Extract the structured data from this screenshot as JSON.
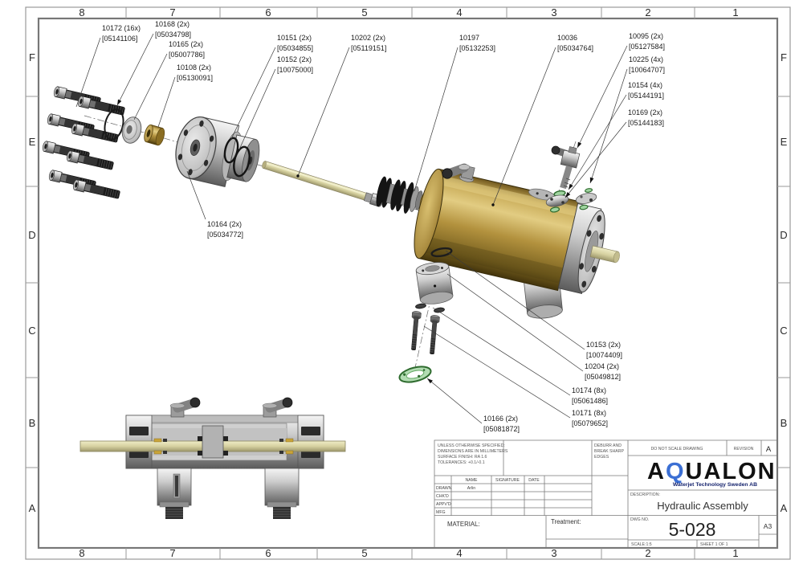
{
  "sheet": {
    "columns": [
      "8",
      "7",
      "6",
      "5",
      "4",
      "3",
      "2",
      "1"
    ],
    "rows": [
      "F",
      "E",
      "D",
      "C",
      "B",
      "A"
    ]
  },
  "title_block": {
    "spec_lines": [
      "UNLESS OTHERWISE SPECIFIED:",
      "DIMENSIONS ARE IN MILLIMETERS",
      "SURFACE FINISH: RA 1.6",
      "TOLERANCES: +0.1/-0.1"
    ],
    "deburr_lines": [
      "DEBURR AND",
      "BREAK SHARP",
      "EDGES"
    ],
    "table": {
      "name_header": "NAME",
      "signature_header": "SIGNATURE",
      "date_header": "DATE",
      "rows": [
        {
          "role": "DRAWN",
          "name": "Arlin"
        },
        {
          "role": "CHK'D",
          "name": ""
        },
        {
          "role": "APPV'D",
          "name": ""
        },
        {
          "role": "MFG",
          "name": ""
        }
      ]
    },
    "material_label": "MATERIAL:",
    "treatment_label": "Treatment:",
    "do_not_scale": "DO NOT SCALE DRAWING",
    "revision_label": "REVISION",
    "revision": "A",
    "description_label": "DESCRIPTION:",
    "description": "Hydraulic Assembly",
    "dwg_no_label": "DWG NO.",
    "dwg_no": "5-028",
    "paper_size": "A3",
    "scale": "SCALE:1:5",
    "sheet_label": "SHEET 1 OF 1",
    "logo": {
      "prefix": "A",
      "q": "Q",
      "suffix": "UALON",
      "tagline": "Waterjet Technology Sweden AB"
    }
  },
  "callouts": [
    {
      "id": "c10172",
      "label": "10172 (16x)",
      "ref": "[05141106]"
    },
    {
      "id": "c10168",
      "label": "10168 (2x)",
      "ref": "[05034798]"
    },
    {
      "id": "c10165",
      "label": "10165 (2x)",
      "ref": "[05007786]"
    },
    {
      "id": "c10108",
      "label": "10108 (2x)",
      "ref": "[05130091]"
    },
    {
      "id": "c10151",
      "label": "10151 (2x)",
      "ref": "[05034855]"
    },
    {
      "id": "c10152",
      "label": "10152 (2x)",
      "ref": "[10075000]"
    },
    {
      "id": "c10202",
      "label": "10202 (2x)",
      "ref": "[05119151]"
    },
    {
      "id": "c10197",
      "label": "10197",
      "ref": "[05132253]"
    },
    {
      "id": "c10036",
      "label": "10036",
      "ref": "[05034764]"
    },
    {
      "id": "c10095",
      "label": "10095 (2x)",
      "ref": "[05127584]"
    },
    {
      "id": "c10225",
      "label": "10225 (4x)",
      "ref": "[10064707]"
    },
    {
      "id": "c10154",
      "label": "10154 (4x)",
      "ref": "[05144191]"
    },
    {
      "id": "c10169",
      "label": "10169 (2x)",
      "ref": "[05144183]"
    },
    {
      "id": "c10164",
      "label": "10164 (2x)",
      "ref": "[05034772]"
    },
    {
      "id": "c10153",
      "label": "10153 (2x)",
      "ref": "[10074409]"
    },
    {
      "id": "c10204",
      "label": "10204 (2x)",
      "ref": "[05049812]"
    },
    {
      "id": "c10174",
      "label": "10174 (8x)",
      "ref": "[05061486]"
    },
    {
      "id": "c10171",
      "label": "10171 (8x)",
      "ref": "[05079652]"
    },
    {
      "id": "c10166",
      "label": "10166 (2x)",
      "ref": "[05081872]"
    }
  ],
  "colors": {
    "logo_q_blue": "#3b6fd4",
    "tagline_navy": "#16246e",
    "cylinder_gold": "#b3923e",
    "rod_tan": "#d6d1a0",
    "gasket_green": "#9fd49f",
    "border_gray": "#7a7a7a"
  }
}
